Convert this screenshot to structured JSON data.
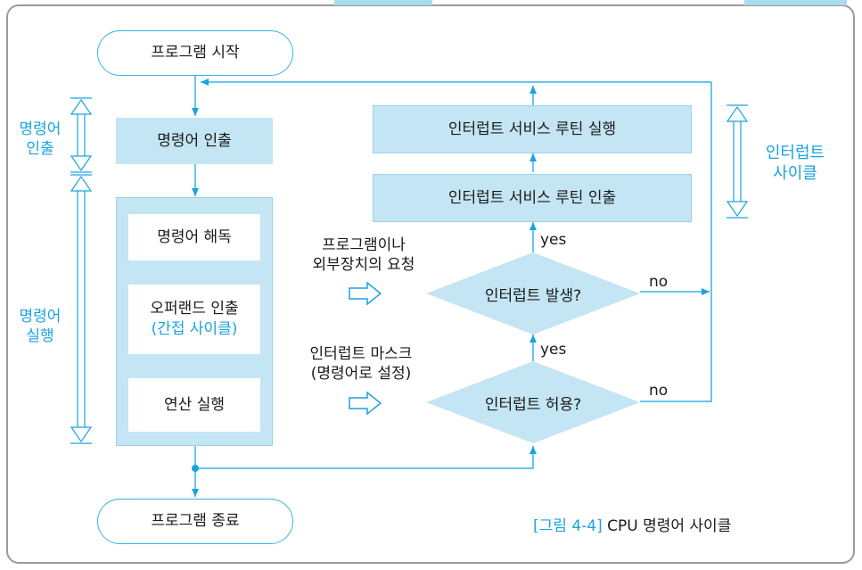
{
  "terminals": {
    "start": "프로그램 시작",
    "end": "프로그램 종료"
  },
  "left_column": {
    "fetch": "명령어 인출",
    "decode": "명령어 해독",
    "operand_fetch": "오퍼랜드 인출",
    "indirect_cycle": "(간접 사이클)",
    "execute": "연산 실행"
  },
  "right_column": {
    "isr_execute": "인터럽트 서비스 루틴 실행",
    "isr_fetch": "인터럽트 서비스 루틴 인출",
    "decision_occurred": "인터럽트 발생?",
    "decision_enabled": "인터럽트 허용?"
  },
  "branch_labels": {
    "yes_top": "yes",
    "yes_bottom": "yes",
    "no_top": "no",
    "no_bottom": "no"
  },
  "input_notes": {
    "request_line1": "프로그램이나",
    "request_line2": "외부장치의 요청",
    "mask_line1": "인터럽트 마스크",
    "mask_line2": "(명령어로 설정)"
  },
  "side_labels": {
    "fetch_line1": "명령어",
    "fetch_line2": "인출",
    "execute_line1": "명령어",
    "execute_line2": "실행",
    "interrupt_line1": "인터럽트",
    "interrupt_line2": "사이클"
  },
  "caption": {
    "number": "[그림 4-4]",
    "text": "CPU 명령어 사이클"
  },
  "colors": {
    "accent": "#1aa3df",
    "box_fill": "#c4e5f3",
    "line": "#35b4e6"
  }
}
